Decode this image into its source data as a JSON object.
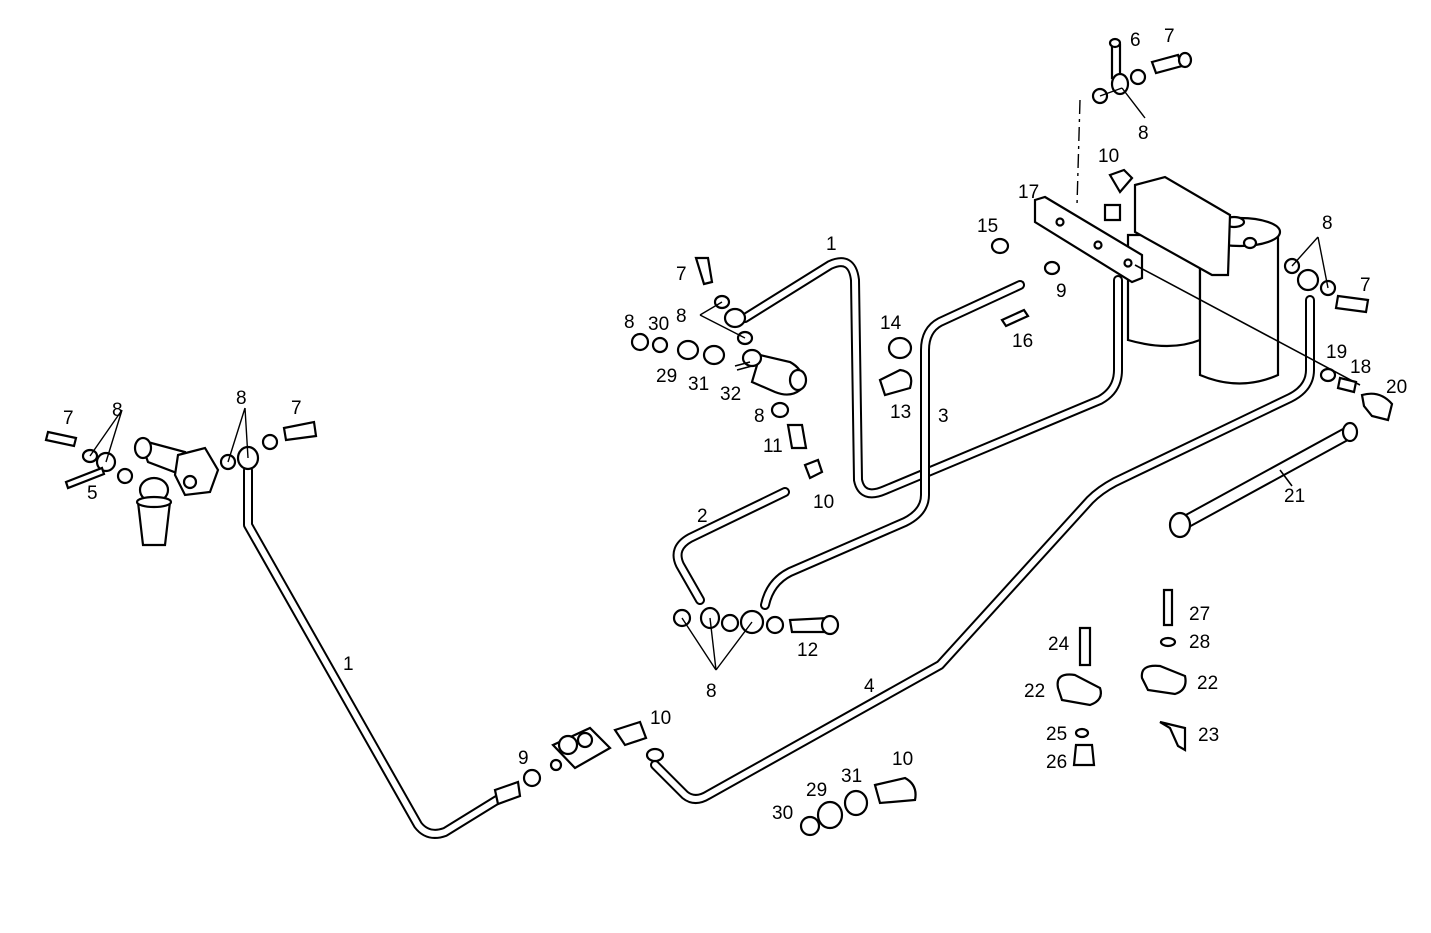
{
  "labels": {
    "l1a": "1",
    "l1b": "1",
    "l2": "2",
    "l3": "3",
    "l4": "4",
    "l5": "5",
    "l6": "6",
    "l7a": "7",
    "l7b": "7",
    "l7c": "7",
    "l7d": "7",
    "l7e": "7",
    "l8a": "8",
    "l8b": "8",
    "l8c": "8",
    "l8d": "8",
    "l8e": "8",
    "l8f": "8",
    "l8g": "8",
    "l8h": "8",
    "l9a": "9",
    "l9b": "9",
    "l10a": "10",
    "l10b": "10",
    "l10c": "10",
    "l10d": "10",
    "l11": "11",
    "l12": "12",
    "l13": "13",
    "l14": "14",
    "l15": "15",
    "l16": "16",
    "l17": "17",
    "l18": "18",
    "l19": "19",
    "l20": "20",
    "l21": "21",
    "l22a": "22",
    "l22b": "22",
    "l23": "23",
    "l24": "24",
    "l25": "25",
    "l26": "26",
    "l27": "27",
    "l28": "28",
    "l29a": "29",
    "l29b": "29",
    "l30a": "30",
    "l30b": "30",
    "l31a": "31",
    "l31b": "31",
    "l32": "32"
  }
}
